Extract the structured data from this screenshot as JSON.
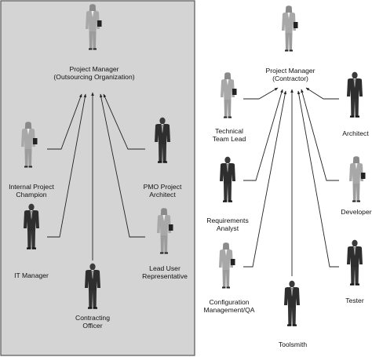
{
  "left_panel": {
    "manager": {
      "line1": "Project Manager",
      "line2": "(Outsourcing Organization)"
    },
    "roles": [
      {
        "id": "internal-project-champion",
        "line1": "Internal Project",
        "line2": "Champion",
        "figure": "woman"
      },
      {
        "id": "pmo-project-architect",
        "line1": "PMO Project",
        "line2": "Architect",
        "figure": "man"
      },
      {
        "id": "it-manager",
        "line1": "IT Manager",
        "line2": "",
        "figure": "man"
      },
      {
        "id": "lead-user-representative",
        "line1": "Lead User",
        "line2": "Representative",
        "figure": "woman"
      },
      {
        "id": "contracting-officer",
        "line1": "Contracting",
        "line2": "Officer",
        "figure": "man"
      }
    ]
  },
  "right_panel": {
    "manager": {
      "line1": "Project Manager",
      "line2": "(Contractor)"
    },
    "roles": [
      {
        "id": "technical-team-lead",
        "line1": "Technical",
        "line2": "Team Lead",
        "figure": "woman"
      },
      {
        "id": "architect",
        "line1": "Architect",
        "line2": "",
        "figure": "man"
      },
      {
        "id": "requirements-analyst",
        "line1": "Requirements",
        "line2": "Analyst",
        "figure": "man"
      },
      {
        "id": "developer",
        "line1": "Developer",
        "line2": "",
        "figure": "woman"
      },
      {
        "id": "configuration-management-qa",
        "line1": "Configuration",
        "line2": "Management/QA",
        "figure": "woman"
      },
      {
        "id": "tester",
        "line1": "Tester",
        "line2": "",
        "figure": "man"
      },
      {
        "id": "toolsmith",
        "line1": "Toolsmith",
        "line2": "",
        "figure": "man"
      }
    ]
  },
  "colors": {
    "panel_bg": "#d4d4d4",
    "panel_border": "#555555",
    "line": "#222222"
  }
}
